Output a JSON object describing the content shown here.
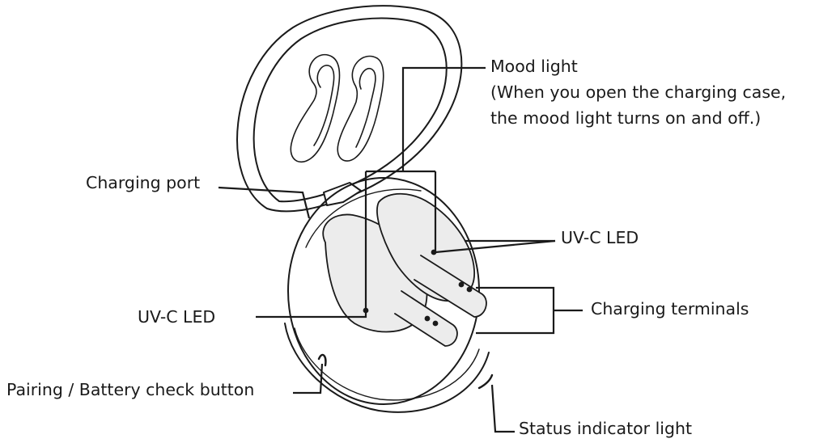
{
  "labels": {
    "mood_light": "Mood light",
    "mood_light_note_line1": "(When you open the charging case,",
    "mood_light_note_line2": "the mood light turns on and off.)",
    "charging_port": "Charging port",
    "uvc_led_right": "UV-C LED",
    "charging_terminals": "Charging terminals",
    "uvc_led_left": "UV-C LED",
    "pairing_button": "Pairing / Battery check button",
    "status_indicator": "Status indicator light"
  },
  "colors": {
    "line": "#1a1a1a",
    "fill": "#ececec",
    "background": "#ffffff"
  }
}
